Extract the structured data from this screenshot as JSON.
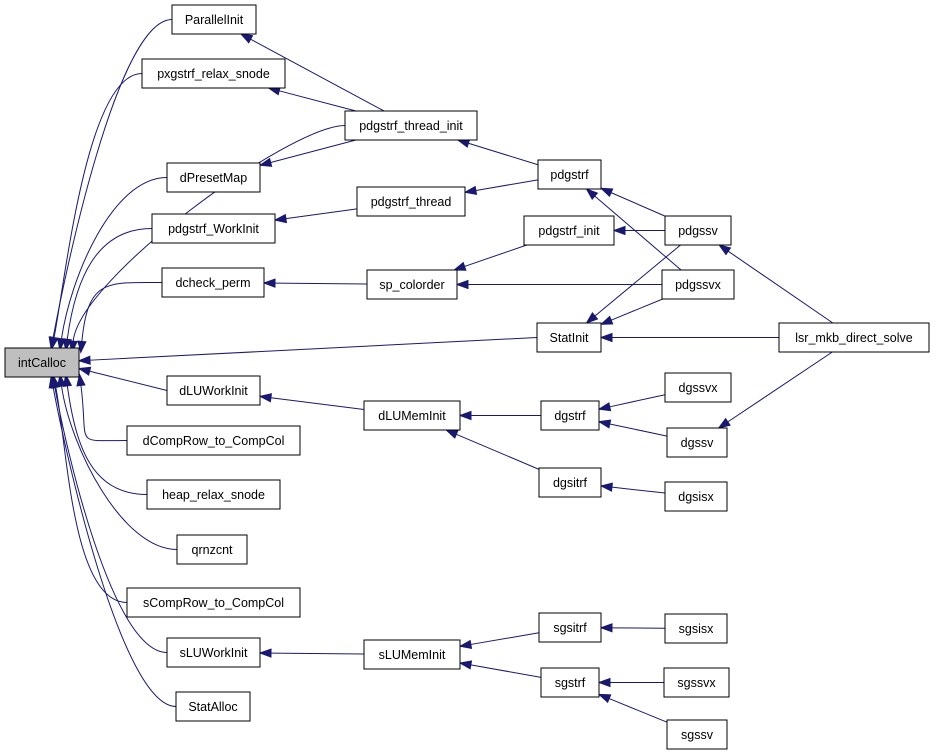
{
  "nodes": {
    "intCalloc": "intCalloc",
    "ParallelInit": "ParallelInit",
    "pxgstrf_relax_snode": "pxgstrf_relax_snode",
    "dPresetMap": "dPresetMap",
    "pdgstrf_WorkInit": "pdgstrf_WorkInit",
    "dcheck_perm": "dcheck_perm",
    "dLUWorkInit": "dLUWorkInit",
    "dCompRow_to_CompCol": "dCompRow_to_CompCol",
    "heap_relax_snode": "heap_relax_snode",
    "qrnzcnt": "qrnzcnt",
    "sCompRow_to_CompCol": "sCompRow_to_CompCol",
    "sLUWorkInit": "sLUWorkInit",
    "StatAlloc": "StatAlloc",
    "pdgstrf_thread_init": "pdgstrf_thread_init",
    "pdgstrf_thread": "pdgstrf_thread",
    "sp_colorder": "sp_colorder",
    "StatInit": "StatInit",
    "dLUMemInit": "dLUMemInit",
    "sLUMemInit": "sLUMemInit",
    "pdgstrf": "pdgstrf",
    "pdgstrf_init": "pdgstrf_init",
    "dgstrf": "dgstrf",
    "dgsitrf": "dgsitrf",
    "sgsitrf": "sgsitrf",
    "sgstrf": "sgstrf",
    "pdgssv": "pdgssv",
    "pdgssvx": "pdgssvx",
    "dgssvx": "dgssvx",
    "dgssv": "dgssv",
    "dgsisx": "dgsisx",
    "sgsisx": "sgsisx",
    "sgssvx": "sgssvx",
    "sgssv": "sgssv",
    "lsr_mkb_direct_solve": "lsr_mkb_direct_solve"
  },
  "edges": [
    [
      "intCalloc",
      "ParallelInit"
    ],
    [
      "intCalloc",
      "pxgstrf_relax_snode"
    ],
    [
      "intCalloc",
      "pdgstrf_thread_init"
    ],
    [
      "intCalloc",
      "dPresetMap"
    ],
    [
      "intCalloc",
      "pdgstrf_WorkInit"
    ],
    [
      "intCalloc",
      "dcheck_perm"
    ],
    [
      "intCalloc",
      "StatInit"
    ],
    [
      "intCalloc",
      "dLUWorkInit"
    ],
    [
      "intCalloc",
      "dCompRow_to_CompCol"
    ],
    [
      "intCalloc",
      "heap_relax_snode"
    ],
    [
      "intCalloc",
      "qrnzcnt"
    ],
    [
      "intCalloc",
      "sCompRow_to_CompCol"
    ],
    [
      "intCalloc",
      "sLUWorkInit"
    ],
    [
      "intCalloc",
      "StatAlloc"
    ],
    [
      "ParallelInit",
      "pdgstrf_thread_init"
    ],
    [
      "pxgstrf_relax_snode",
      "pdgstrf_thread_init"
    ],
    [
      "dPresetMap",
      "pdgstrf_thread_init"
    ],
    [
      "pdgstrf_WorkInit",
      "pdgstrf_thread"
    ],
    [
      "dcheck_perm",
      "sp_colorder"
    ],
    [
      "pdgstrf_thread_init",
      "pdgstrf"
    ],
    [
      "pdgstrf_thread",
      "pdgstrf"
    ],
    [
      "sp_colorder",
      "pdgstrf_init"
    ],
    [
      "sp_colorder",
      "pdgssvx"
    ],
    [
      "pdgstrf_init",
      "pdgssv"
    ],
    [
      "pdgstrf",
      "pdgssv"
    ],
    [
      "pdgstrf",
      "pdgssvx"
    ],
    [
      "StatInit",
      "pdgssv"
    ],
    [
      "StatInit",
      "pdgssvx"
    ],
    [
      "StatInit",
      "lsr_mkb_direct_solve"
    ],
    [
      "pdgssv",
      "lsr_mkb_direct_solve"
    ],
    [
      "dLUWorkInit",
      "dLUMemInit"
    ],
    [
      "dLUMemInit",
      "dgstrf"
    ],
    [
      "dLUMemInit",
      "dgsitrf"
    ],
    [
      "dgstrf",
      "dgssvx"
    ],
    [
      "dgstrf",
      "dgssv"
    ],
    [
      "dgssv",
      "lsr_mkb_direct_solve"
    ],
    [
      "dgsitrf",
      "dgsisx"
    ],
    [
      "sLUWorkInit",
      "sLUMemInit"
    ],
    [
      "sLUMemInit",
      "sgsitrf"
    ],
    [
      "sLUMemInit",
      "sgstrf"
    ],
    [
      "sgsitrf",
      "sgsisx"
    ],
    [
      "sgstrf",
      "sgssvx"
    ],
    [
      "sgstrf",
      "sgssv"
    ]
  ],
  "root": "intCalloc",
  "colors": {
    "edge": "#191970",
    "root_fill": "#bfbfbf",
    "node_fill": "#ffffff",
    "node_stroke": "#000000"
  }
}
